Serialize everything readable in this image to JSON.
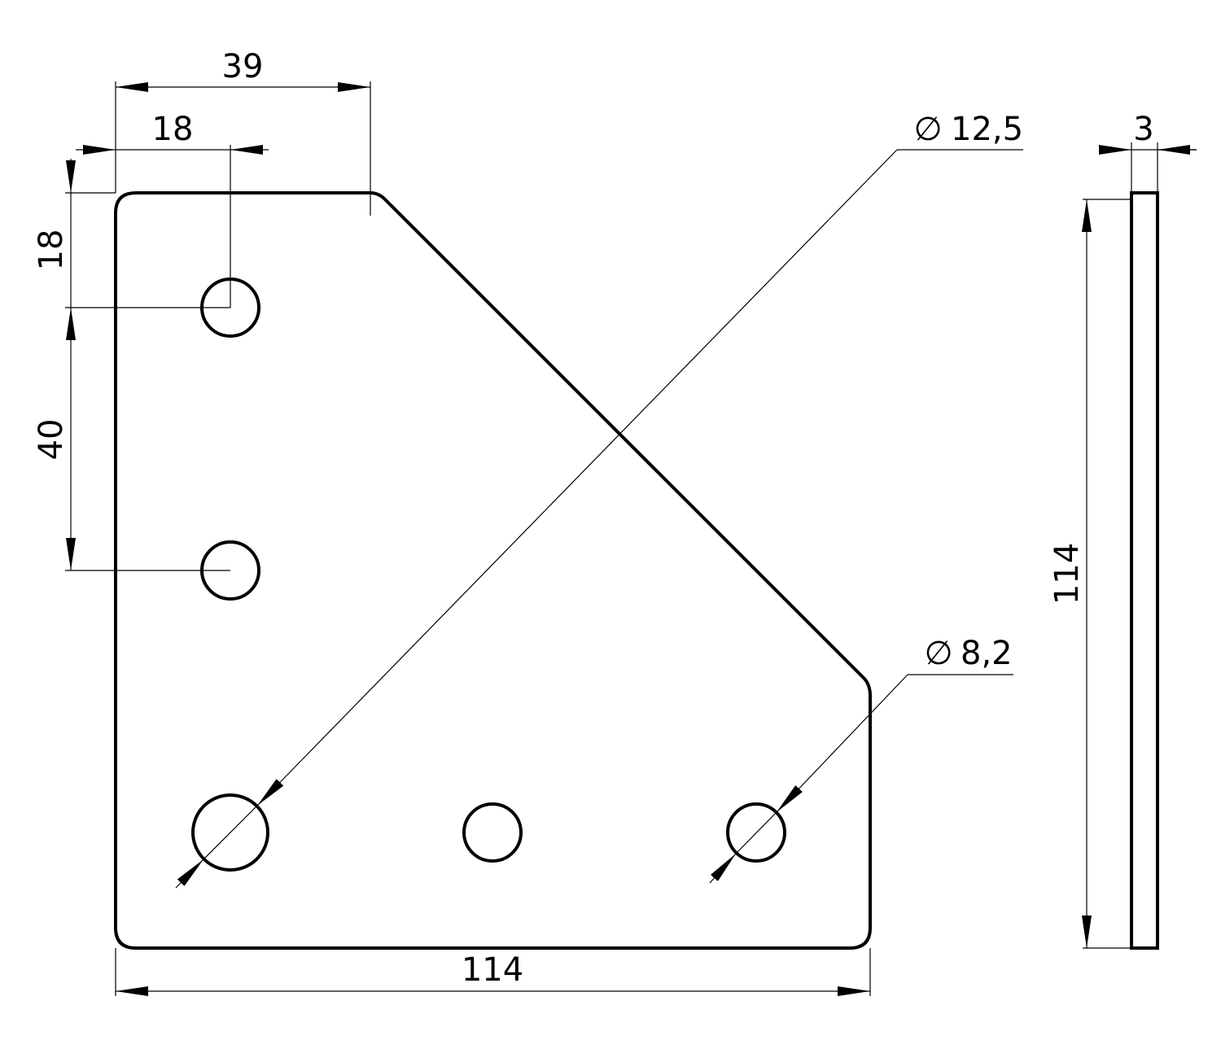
{
  "drawing": {
    "title": "Corner connector plate",
    "dimensions": {
      "top_chamfer_start": "39",
      "hole_offset_x": "18",
      "hole_offset_y": "18",
      "hole_spacing": "40",
      "width": "114",
      "side_height": "114",
      "thickness": "3",
      "large_hole_diameter": "12,5",
      "small_hole_diameter": "8,2"
    },
    "diameter_symbol": "∅",
    "stroke_color": "#000000",
    "background_color": "#ffffff"
  }
}
